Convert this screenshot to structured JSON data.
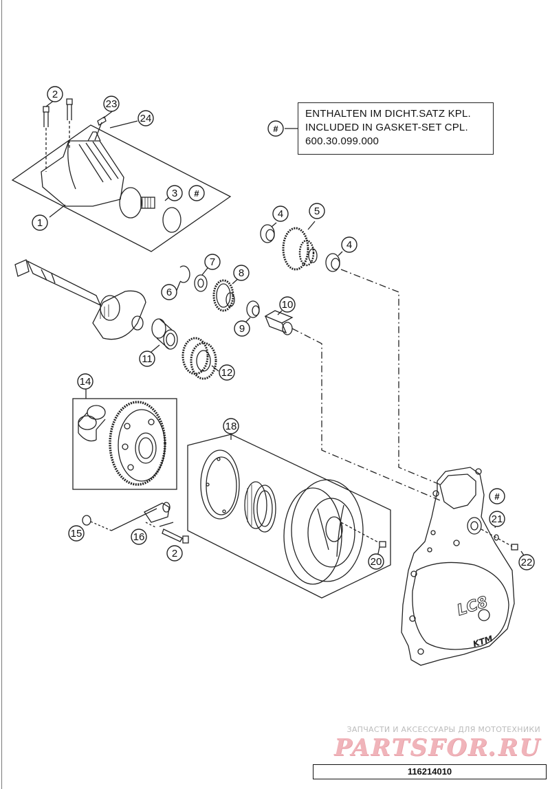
{
  "note": {
    "lines": [
      "ENTHALTEN IM DICHT.SATZ KPL.",
      "INCLUDED IN GASKET-SET CPL.",
      "600.30.099.000"
    ],
    "marker": "#"
  },
  "callouts": [
    {
      "id": "c1",
      "label": "1"
    },
    {
      "id": "c2a",
      "label": "2"
    },
    {
      "id": "c2b",
      "label": "2"
    },
    {
      "id": "c3",
      "label": "3"
    },
    {
      "id": "c3h",
      "label": "#"
    },
    {
      "id": "c4a",
      "label": "4"
    },
    {
      "id": "c4b",
      "label": "4"
    },
    {
      "id": "c5",
      "label": "5"
    },
    {
      "id": "c6",
      "label": "6"
    },
    {
      "id": "c7",
      "label": "7"
    },
    {
      "id": "c8",
      "label": "8"
    },
    {
      "id": "c9",
      "label": "9"
    },
    {
      "id": "c10",
      "label": "10"
    },
    {
      "id": "c11",
      "label": "11"
    },
    {
      "id": "c12",
      "label": "12"
    },
    {
      "id": "c14",
      "label": "14"
    },
    {
      "id": "c15",
      "label": "15"
    },
    {
      "id": "c16",
      "label": "16"
    },
    {
      "id": "c18",
      "label": "18"
    },
    {
      "id": "c20",
      "label": "20"
    },
    {
      "id": "c21",
      "label": "21"
    },
    {
      "id": "c21h",
      "label": "#"
    },
    {
      "id": "c22",
      "label": "22"
    },
    {
      "id": "c23",
      "label": "23"
    },
    {
      "id": "c24",
      "label": "24"
    }
  ],
  "cover_text": {
    "brand": "LC8",
    "sub": "KTM"
  },
  "watermark": {
    "caption": "ЗАПЧАСТИ И АКСЕССУАРЫ ДЛЯ МОТОТЕХНИКИ",
    "brand": "PARTSFOR.RU"
  },
  "drawing_number": "116214010",
  "colors": {
    "line": "#222222",
    "watermark_brand": "#f0b4ba",
    "watermark_caption": "#bbbbbb"
  }
}
